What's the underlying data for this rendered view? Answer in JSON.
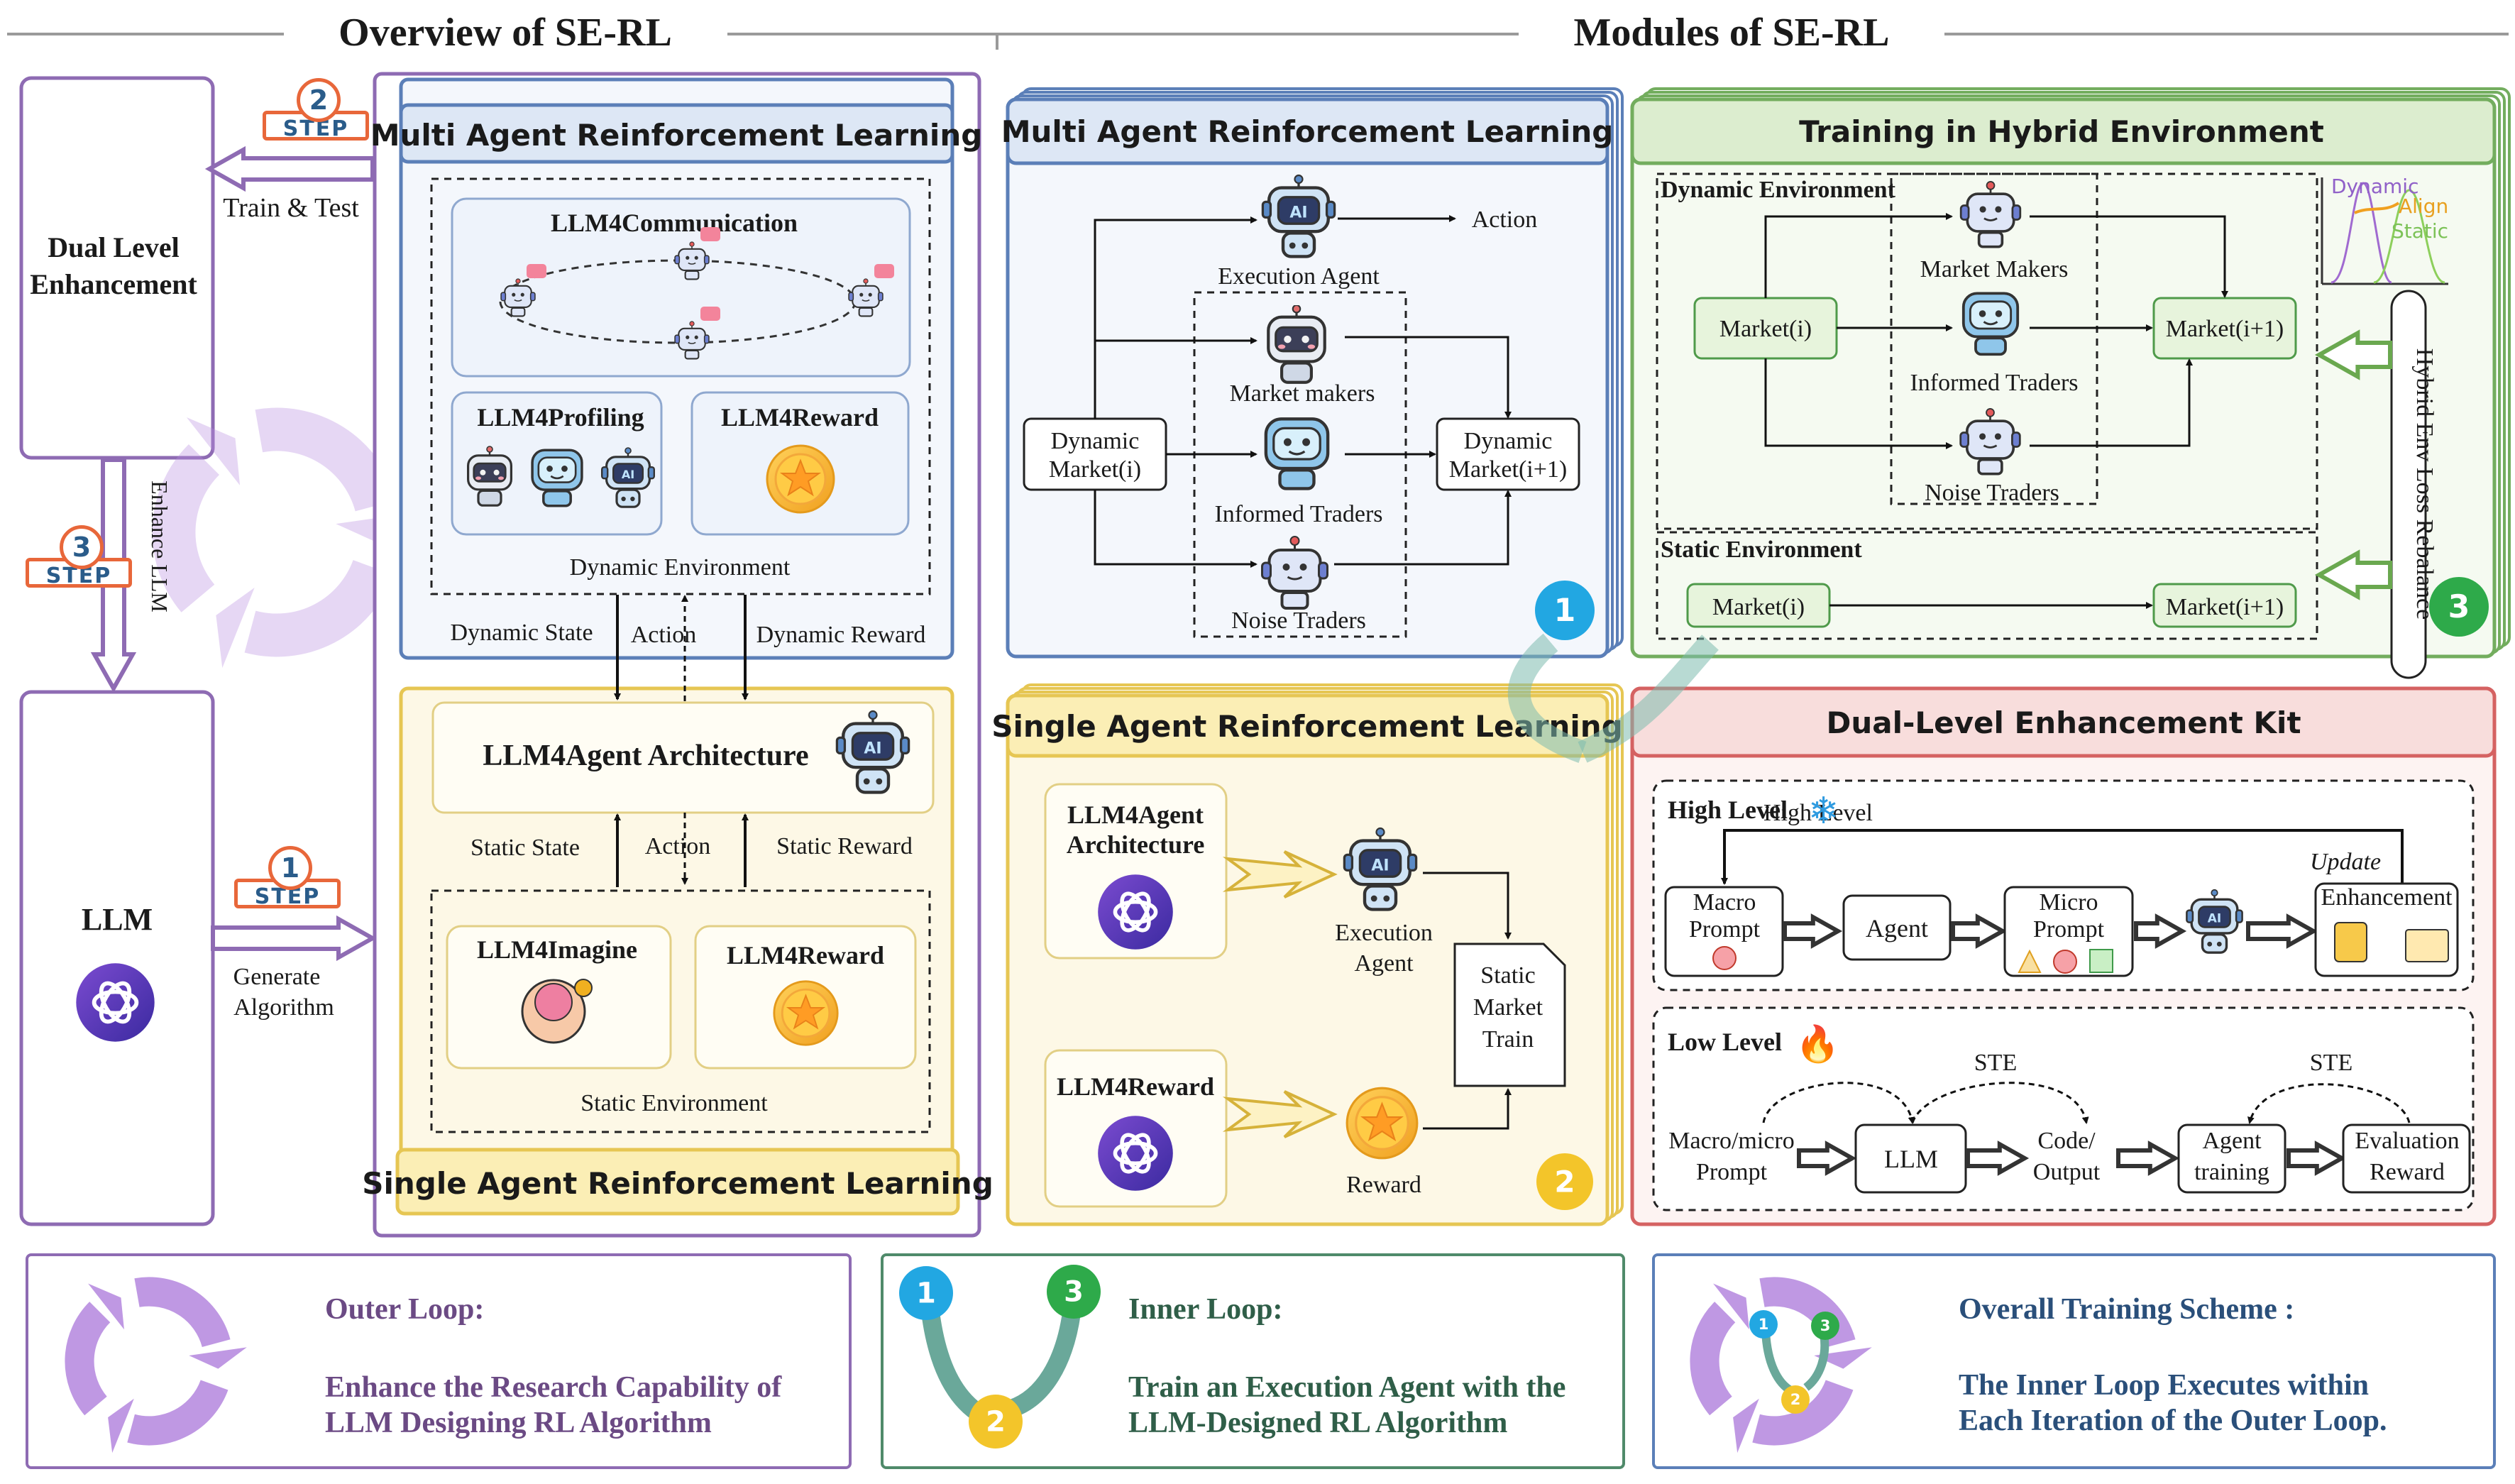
{
  "headers": {
    "overview": "Overview of  SE-RL",
    "modules": "Modules of  SE-RL"
  },
  "left": {
    "dual_level": [
      "Dual Level",
      "Enhancement"
    ],
    "llm": "LLM",
    "enhance_llm": "Enhance LLM",
    "step2_label": "Train & Test",
    "step1_label": [
      "Generate",
      "Algorithm"
    ],
    "step_word": "STEP",
    "steps": [
      "1",
      "2",
      "3"
    ]
  },
  "overview": {
    "marl_title": "Multi Agent Reinforcement Learning",
    "llm4comm": "LLM4Communication",
    "llm4profiling": "LLM4Profiling",
    "llm4reward": "LLM4Reward",
    "dynamic_env": "Dynamic Environment",
    "dynamic_state": "Dynamic State",
    "action": "Action",
    "dynamic_reward": "Dynamic Reward",
    "agent_arch": "LLM4Agent Architecture",
    "static_state": "Static State",
    "static_reward": "Static Reward",
    "llm4imagine": "LLM4Imagine",
    "static_env": "Static Environment",
    "sarl_title": "Single Agent Reinforcement Learning"
  },
  "marl_module": {
    "title": "Multi Agent Reinforcement Learning",
    "execution_agent": "Execution Agent",
    "action": "Action",
    "market_makers": "Market makers",
    "informed_traders": "Informed Traders",
    "noise_traders": "Noise Traders",
    "dynamic_market_i": [
      "Dynamic",
      "Market(i)"
    ],
    "dynamic_market_i1": [
      "Dynamic",
      "Market(i+1)"
    ],
    "badge": "1"
  },
  "hybrid_module": {
    "title": "Training in Hybrid Environment",
    "dynamic_env": "Dynamic Environment",
    "market_makers": "Market Makers",
    "informed_traders": "Informed Traders",
    "noise_traders": "Noise Traders",
    "market_i": "Market(i)",
    "market_i1": "Market(i+1)",
    "static_env": "Static Environment",
    "rebalance": "Hybrid Env Loss Rebalance",
    "chart_labels": [
      "Dynamic",
      "Align",
      "Static"
    ],
    "badge": "3"
  },
  "sarl_module": {
    "title": "Single Agent Reinforcement Learning",
    "agent_arch": [
      "LLM4Agent",
      "Architecture"
    ],
    "llm4reward": "LLM4Reward",
    "execution_agent": [
      "Execution",
      "Agent"
    ],
    "reward": "Reward",
    "static_market_train": [
      "Static",
      "Market",
      "Train"
    ],
    "badge": "2"
  },
  "kit": {
    "title": "Dual-Level Enhancement Kit",
    "high_level": "High Level",
    "update": "Update",
    "macro_prompt": [
      "Macro",
      "Prompt"
    ],
    "agent": "Agent",
    "micro_prompt": [
      "Micro",
      "Prompt"
    ],
    "enhancement": "Enhancement",
    "low_level": "Low Level",
    "ste": "STE",
    "macro_micro_prompt": [
      "Macro/micro",
      "Prompt"
    ],
    "llm": "LLM",
    "code_output": [
      "Code/",
      "Output"
    ],
    "agent_training": [
      "Agent",
      "training"
    ],
    "evaluation_reward": [
      "Evaluation",
      "Reward"
    ]
  },
  "bottom": {
    "outer_title": "Outer Loop:",
    "outer_desc": [
      "Enhance the Research Capability of",
      "LLM Designing RL Algorithm"
    ],
    "inner_title": "Inner Loop:",
    "inner_desc": [
      "Train an Execution Agent with the",
      "LLM-Designed RL Algorithm"
    ],
    "overall_title": "Overall Training Scheme :",
    "overall_desc": [
      "The Inner Loop Executes within",
      "Each Iteration of the Outer Loop."
    ],
    "badges": [
      "1",
      "2",
      "3"
    ]
  },
  "colors": {
    "purple": "#8e6bb3",
    "blue": "#5b7fb8",
    "green": "#73ad5e",
    "yellow": "#e6c653",
    "red": "#d56262",
    "badge_blue": "#22a7e2",
    "badge_yellow": "#f3c52a",
    "badge_green": "#2eaa4a",
    "loop_purple": "#b88de0"
  },
  "icons": [
    "ai-robot-icon",
    "snowflake-icon",
    "fire-icon",
    "openai-logo-icon",
    "coin-star-icon",
    "brain-gear-icon",
    "cycle-arrows-icon"
  ]
}
